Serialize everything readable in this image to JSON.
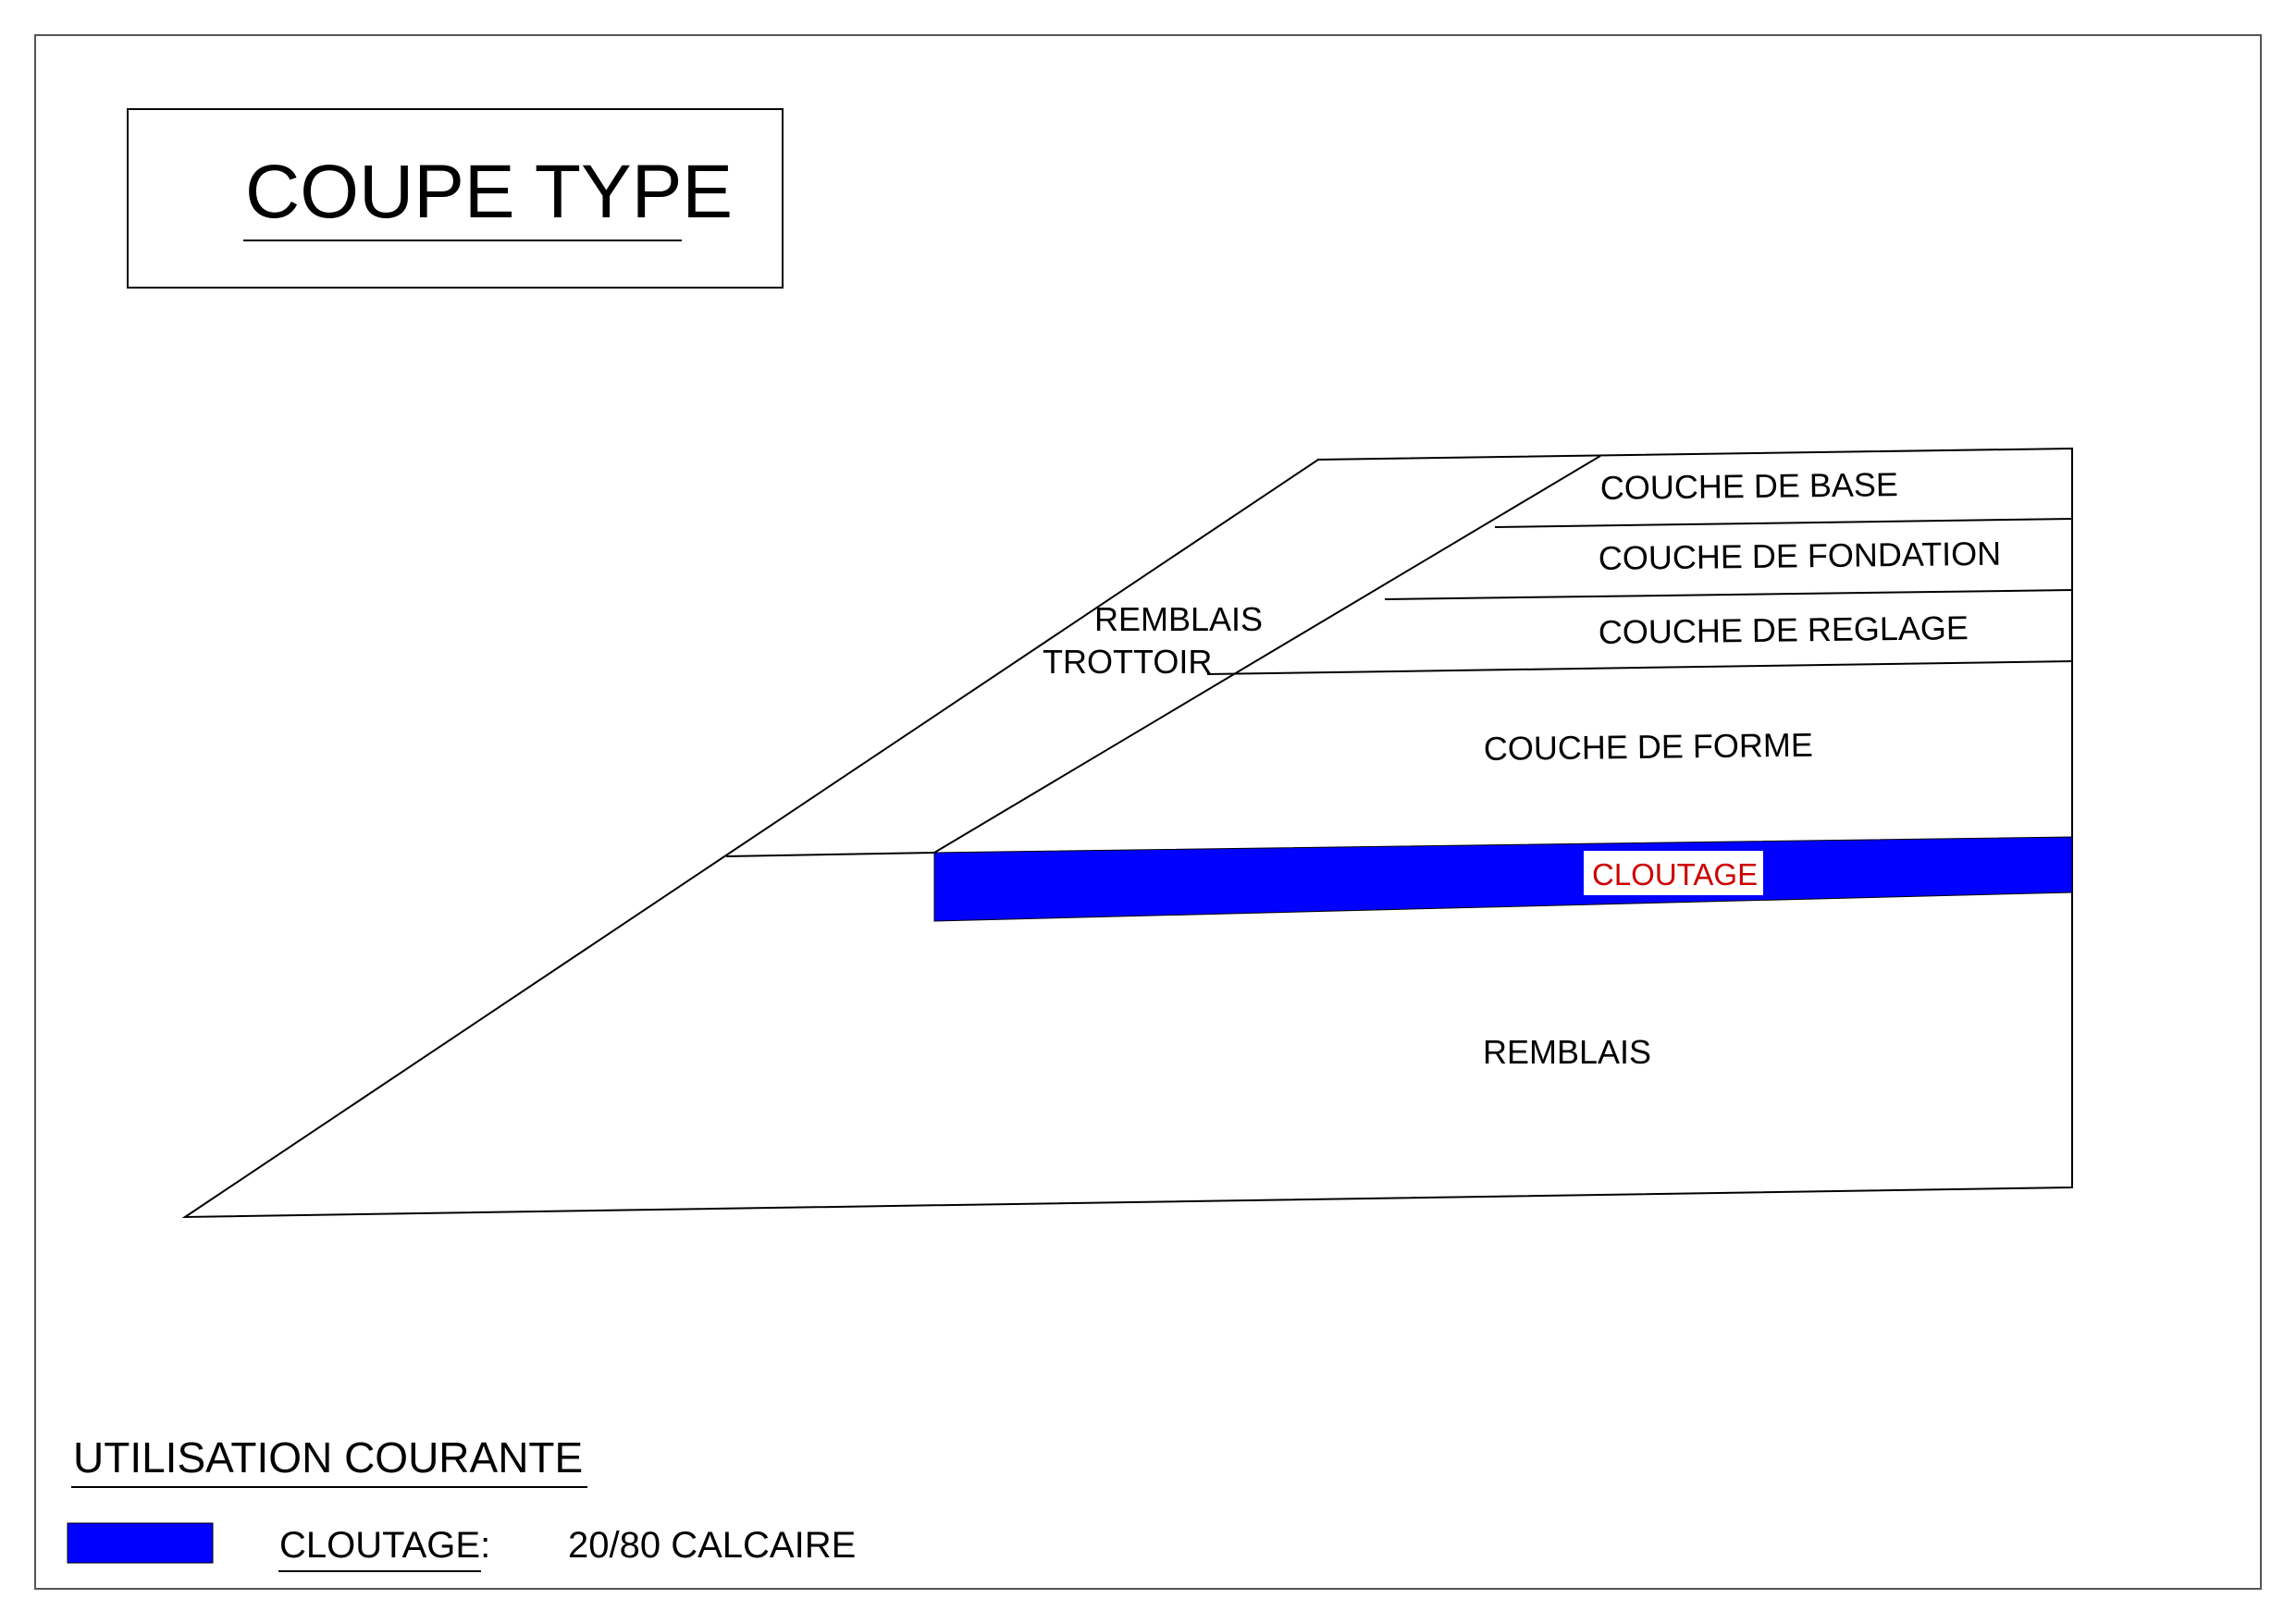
{
  "title": "COUPE TYPE",
  "layers": {
    "couche_de_base": "COUCHE DE BASE",
    "couche_de_fondation": "COUCHE DE FONDATION",
    "couche_de_reglage": "COUCHE DE REGLAGE",
    "couche_de_forme": "COUCHE DE FORME",
    "cloutage": "CLOUTAGE",
    "remblais": "REMBLAIS",
    "remblais_trottoir_line1": "REMBLAIS",
    "remblais_trottoir_line2": "TROTTOIR"
  },
  "legend": {
    "heading": "UTILISATION COURANTE",
    "item_label": "CLOUTAGE:",
    "item_value": "20/80 CALCAIRE"
  },
  "colors": {
    "cloutage_fill": "#0000ff",
    "cloutage_text": "#cc0000",
    "line": "#000000"
  }
}
